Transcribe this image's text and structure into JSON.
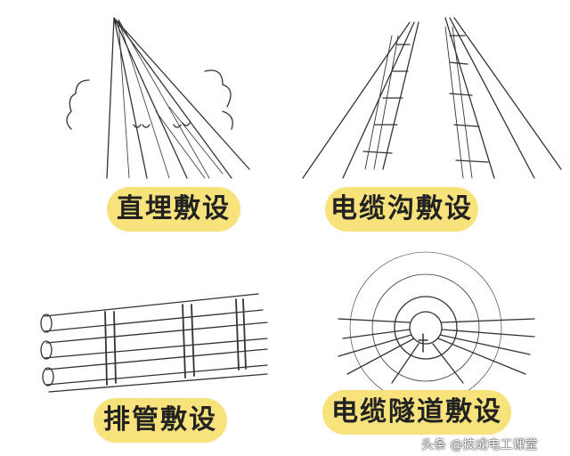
{
  "panels": [
    {
      "label": "直埋敷设",
      "scene": "direct-burial"
    },
    {
      "label": "电缆沟敷设",
      "scene": "cable-trench"
    },
    {
      "label": "排管敷设",
      "scene": "duct-bank"
    },
    {
      "label": "电缆隧道敷设",
      "scene": "cable-tunnel"
    }
  ],
  "watermark": "头条 @技成电工课堂",
  "colors": {
    "label_bg": "#f8e27c",
    "ink": "#333333"
  }
}
